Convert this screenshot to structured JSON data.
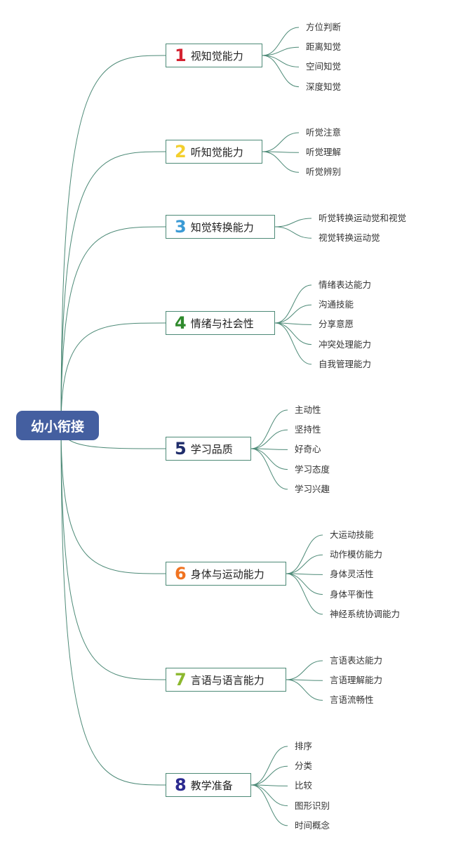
{
  "root": {
    "label": "幼小衔接"
  },
  "colors": {
    "root_fill": "#445FA0",
    "connector": "#4D8A77",
    "num1": "#D42230",
    "num2": "#F3CF2D",
    "num3": "#3A9AD5",
    "num4": "#2F8A2C",
    "num5": "#1F2D6B",
    "num6": "#F07321",
    "num7": "#8CB82F",
    "num8": "#2B2A8F"
  },
  "branches": [
    {
      "number": "1",
      "label": "视知觉能力",
      "children": [
        "方位判断",
        "距离知觉",
        "空间知觉",
        "深度知觉"
      ]
    },
    {
      "number": "2",
      "label": "听知觉能力",
      "children": [
        "听觉注意",
        "听觉理解",
        "听觉辨别"
      ]
    },
    {
      "number": "3",
      "label": "知觉转换能力",
      "children": [
        "听觉转换运动觉和视觉",
        "视觉转换运动觉"
      ]
    },
    {
      "number": "4",
      "label": "情绪与社会性",
      "children": [
        "情绪表达能力",
        "沟通技能",
        "分享意愿",
        "冲突处理能力",
        "自我管理能力"
      ]
    },
    {
      "number": "5",
      "label": "学习品质",
      "children": [
        "主动性",
        "坚持性",
        "好奇心",
        "学习态度",
        "学习兴趣"
      ]
    },
    {
      "number": "6",
      "label": "身体与运动能力",
      "children": [
        "大运动技能",
        "动作模仿能力",
        "身体灵活性",
        "身体平衡性",
        "神经系统协调能力"
      ]
    },
    {
      "number": "7",
      "label": "言语与语言能力",
      "children": [
        "言语表达能力",
        "言语理解能力",
        "言语流畅性"
      ]
    },
    {
      "number": "8",
      "label": "教学准备",
      "children": [
        "排序",
        "分类",
        "比较",
        "图形识别",
        "时间概念"
      ]
    }
  ]
}
